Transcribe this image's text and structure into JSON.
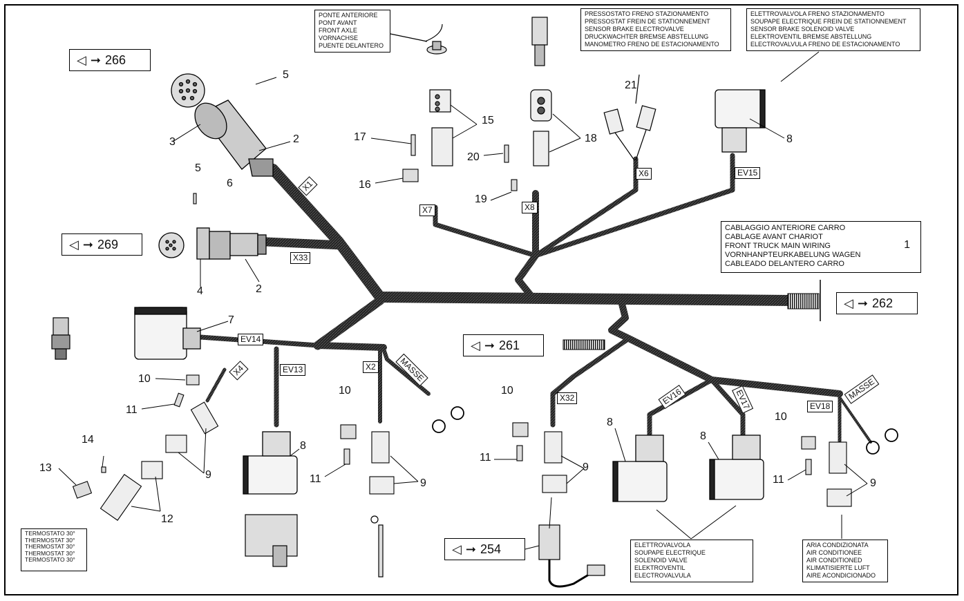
{
  "boxes": {
    "front_axle": [
      "PONTE ANTERIORE",
      "PONT AVANT",
      "FRONT AXLE",
      "VORNACHSE",
      "PUENTE DELANTERO"
    ],
    "pressure_switch": [
      "PRESSOSTATO FRENO STAZIONAMENTO",
      "PRESSOSTAT FREIN DE STATIONNEMENT",
      "SENSOR BRAKE ELECTROVALVE",
      "DRUCKWACHTER BREMSE ABSTELLUNG",
      "MANOMETRO FRENO DE ESTACIONAMENTO"
    ],
    "solenoid_brake": [
      "ELETTROVALVOLA FRENO STAZIONAMENTO",
      "SOUPAPE ELECTRIQUE FREIN DE STATIONNEMENT",
      "SENSOR BRAKE SOLENOID VALVE",
      "ELEKTROVENTIL BREMSE ABSTELLUNG",
      "ELECTROVALVULA FRENO DE ESTACIONAMENTO"
    ],
    "wiring": [
      "CABLAGGIO ANTERIORE CARRO",
      "CABLAGE AVANT CHARIOT",
      "FRONT TRUCK MAIN WIRING",
      "VORNHANPTEURKABELUNG WAGEN",
      "CABLEADO DELANTERO CARRO"
    ],
    "wiring_ref": "1",
    "solenoid": [
      "ELETTROVALVOLA",
      "SOUPAPE ELECTRIQUE",
      "SOLENOID VALVE",
      "ELEKTROVENTIL",
      "ELECTROVALVULA"
    ],
    "aircon": [
      "ARIA CONDIZIONATA",
      "AIR CONDITIONEE",
      "AIR CONDITIONED",
      "KLIMATISIERTE LUFT",
      "AIRE ACONDICIONADO"
    ],
    "thermostat": [
      "TERMOSTATO 30°",
      "THERMOSTAT 30°",
      "THERMOSTAT 30°",
      "THERMOSTAT 30°",
      "TERMOSTATO 30°"
    ]
  },
  "refs": {
    "r266": "266",
    "r269": "269",
    "r262": "262",
    "r261": "261",
    "r254": "254"
  },
  "tags": {
    "x1": "X1",
    "x33": "X33",
    "x7": "X7",
    "x8": "X8",
    "x6": "X6",
    "ev15": "EV15",
    "ev14": "EV14",
    "ev13": "EV13",
    "x4": "X4",
    "x2": "X2",
    "masse1": "MASSE",
    "x32": "X32",
    "ev16": "EV16",
    "ev17": "EV17",
    "ev18": "EV18",
    "masse2": "MASSE"
  },
  "callouts": [
    "5",
    "3",
    "2",
    "5",
    "6",
    "4",
    "2",
    "7",
    "10",
    "11",
    "14",
    "13",
    "12",
    "9",
    "8",
    "10",
    "11",
    "9",
    "15",
    "17",
    "16",
    "20",
    "18",
    "19",
    "21",
    "8",
    "10",
    "11",
    "9",
    "8",
    "8",
    "10",
    "11",
    "9"
  ],
  "icons": {
    "eye": "eye-icon",
    "arrow": "arrow-right-icon",
    "logo": "circular-stamp-icon"
  }
}
